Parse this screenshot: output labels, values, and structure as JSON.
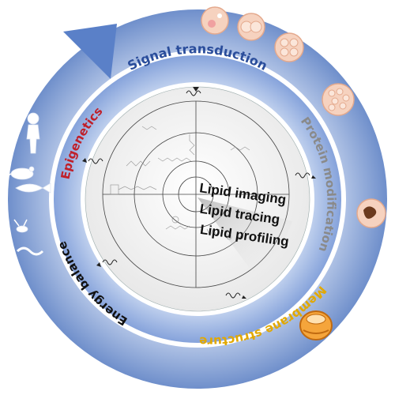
{
  "diagram": {
    "ring_labels": {
      "top": "Signal transduction",
      "right": "Protein modification",
      "bottom_right": "Membrane structure",
      "bottom_left": "Energy balance",
      "left": "Epigenetics"
    },
    "center_labels": {
      "line1": "Lipid imaging",
      "line2": "Lipid tracing",
      "line3": "Lipid profiling"
    },
    "colors": {
      "outer_ring": "#a9bde0",
      "outer_ring_dark": "#6f8fcb",
      "inner_ring": "#7a9ad6",
      "inner_ring_light": "#bfd0ee",
      "inner_disc": "#f2f2f2",
      "label_blue": "#2a4d9b",
      "label_red": "#c0202a",
      "label_gold": "#e2a800",
      "label_gray": "#8a8a8a",
      "label_black": "#111111"
    },
    "organisms_left": [
      "human-icon",
      "mouse-icon",
      "fish-icon",
      "fly-icon",
      "worm-icon"
    ],
    "cells_right": [
      "single-cell-icon",
      "two-cell-icon",
      "four-cell-icon",
      "morula-icon",
      "embryo-icon",
      "organelle-icon"
    ]
  }
}
